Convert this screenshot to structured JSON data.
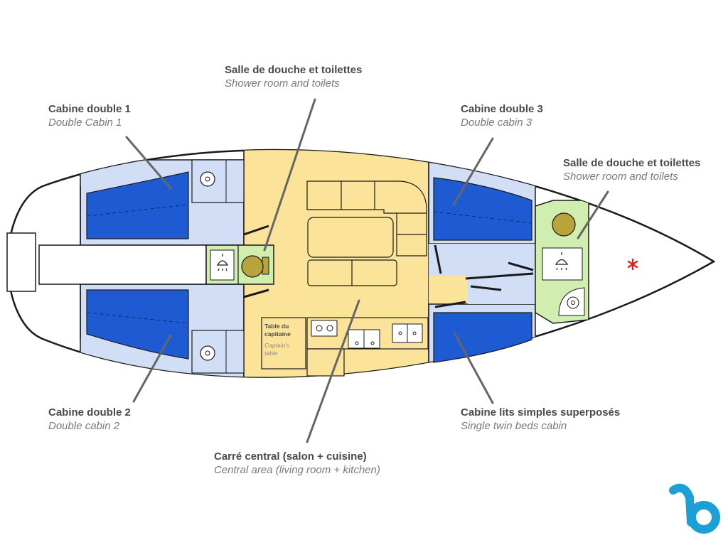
{
  "labels": {
    "cabin1": {
      "fr": "Cabine double 1",
      "en": "Double Cabin 1"
    },
    "shower_center": {
      "fr": "Salle de douche et toilettes",
      "en": "Shower room and toilets"
    },
    "cabin3": {
      "fr": "Cabine double 3",
      "en": "Double cabin 3"
    },
    "shower_fore": {
      "fr": "Salle de douche et toilettes",
      "en": "Shower room and toilets"
    },
    "cabin2": {
      "fr": "Cabine double 2",
      "en": "Double cabin 2"
    },
    "saloon": {
      "fr": "Carré central (salon + cuisine)",
      "en": "Central area (living room + kitchen)"
    },
    "twin": {
      "fr": "Cabine lits simples superposés",
      "en": "Single twin beds cabin"
    },
    "captain_table": {
      "fr_1": "Table du",
      "fr_2": "capitaine",
      "en_1": "Captain's",
      "en_2": "table"
    }
  },
  "colors": {
    "cabin_fill": "#d2def6",
    "bed_fill": "#1e5bd3",
    "saloon_fill": "#fbe49a",
    "wc_fill": "#cfeeb0",
    "outline": "#1a1a1a",
    "leader": "#666666",
    "anchor_mark": "#e02020",
    "logo": "#1e9fd6"
  },
  "icons": [
    "shower-icon",
    "toilet-icon",
    "sink-icon",
    "stove-icon",
    "asterisk-icon",
    "logo-icon"
  ]
}
